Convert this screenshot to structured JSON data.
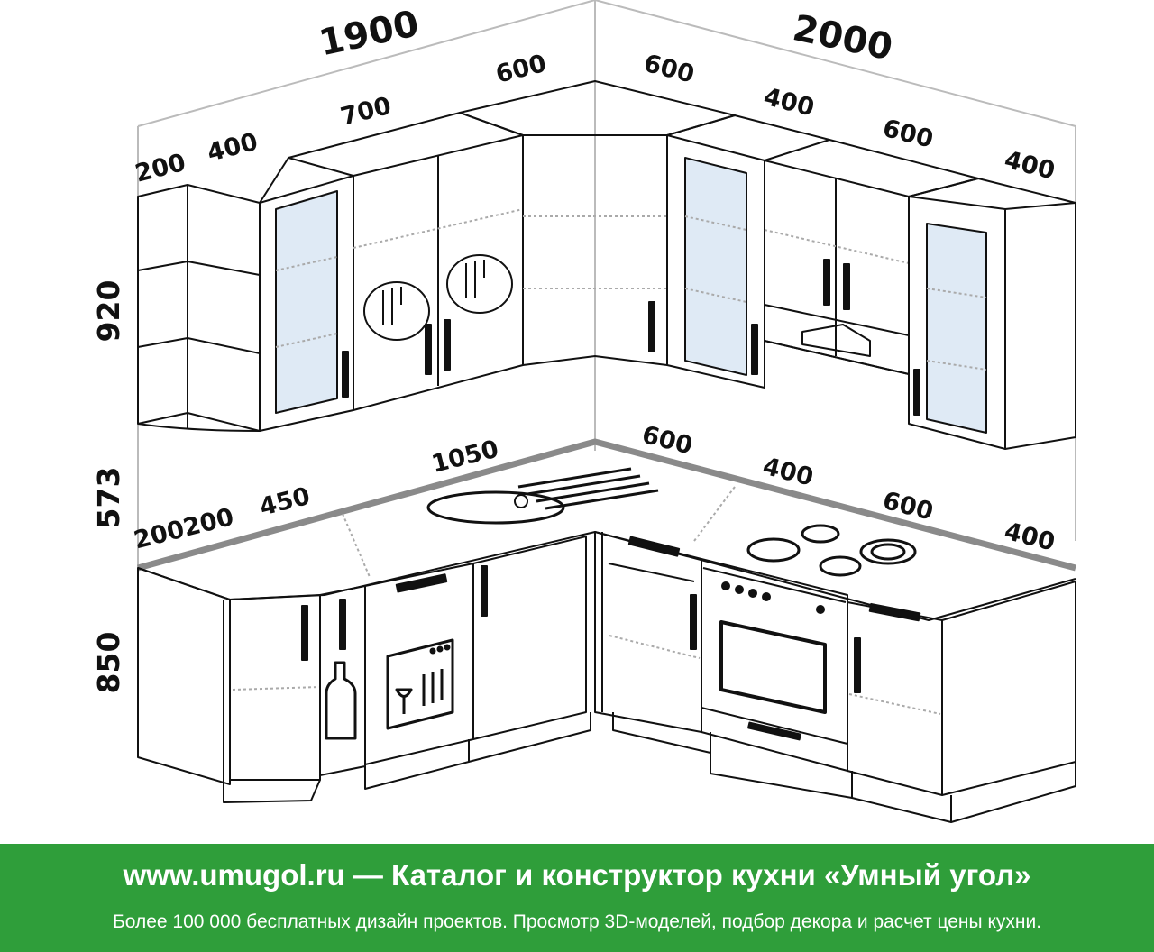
{
  "dimensions": {
    "wall_left_total": "1900",
    "wall_right_total": "2000",
    "upper_left_200": "200",
    "upper_left_400": "400",
    "upper_left_700": "700",
    "upper_corner_left_600": "600",
    "upper_corner_right_600": "600",
    "upper_right_400": "400",
    "upper_right_600": "600",
    "upper_right_end_400": "400",
    "height_upper": "920",
    "height_gap": "573",
    "height_base": "850",
    "base_left_200200": "200200",
    "base_left_450": "450",
    "base_left_1050": "1050",
    "base_right_600": "600",
    "base_right_400": "400",
    "base_right_600b": "600",
    "base_right_end_400": "400"
  },
  "banner": {
    "title": "www.umugol.ru — Каталог и конструктор кухни «Умный угол»",
    "subtitle": "Более 100 000 бесплатных дизайн проектов. Просмотр 3D-моделей, подбор декора и расчет цены кухни."
  },
  "colors": {
    "banner_bg": "#2f9e3a",
    "line": "#111111",
    "glass": "#dfeaf5",
    "countertop_edge": "#8a8a8a"
  }
}
